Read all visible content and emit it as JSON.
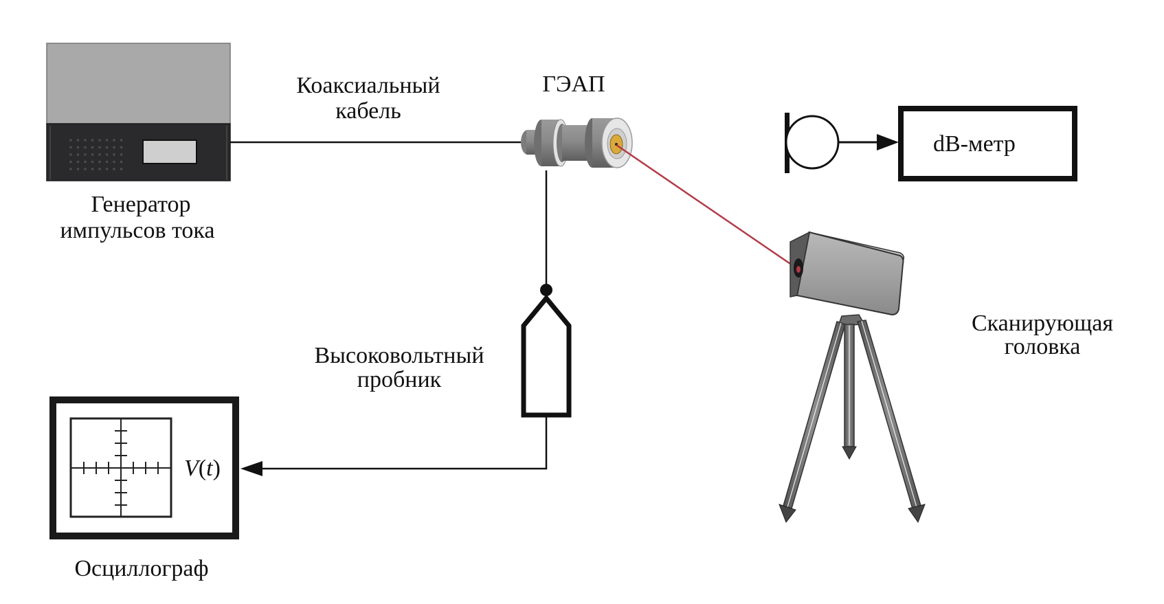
{
  "labels": {
    "generator_line1": "Генератор",
    "generator_line2": "импульсов тока",
    "cable_line1": "Коаксиальный",
    "cable_line2": "кабель",
    "geap": "ГЭАП",
    "db_meter": "dB-метр",
    "probe_line1": "Высоковольтный",
    "probe_line2": "пробник",
    "scanner_line1": "Сканирующая",
    "scanner_line2": "головка",
    "oscilloscope": "Осциллограф",
    "signal_v": "V",
    "signal_t": "t"
  },
  "colors": {
    "line": "#111111",
    "laser": "#b23a48",
    "device_grey": "#a9a9a9",
    "device_dark": "#2a2a2c",
    "display": "#cfcfcf",
    "target_yellow": "#d9a93a"
  },
  "icons": {
    "microphone": "microphone-icon",
    "arrow": "arrow-head-icon",
    "probe": "probe-icon",
    "tripod": "tripod-icon"
  }
}
